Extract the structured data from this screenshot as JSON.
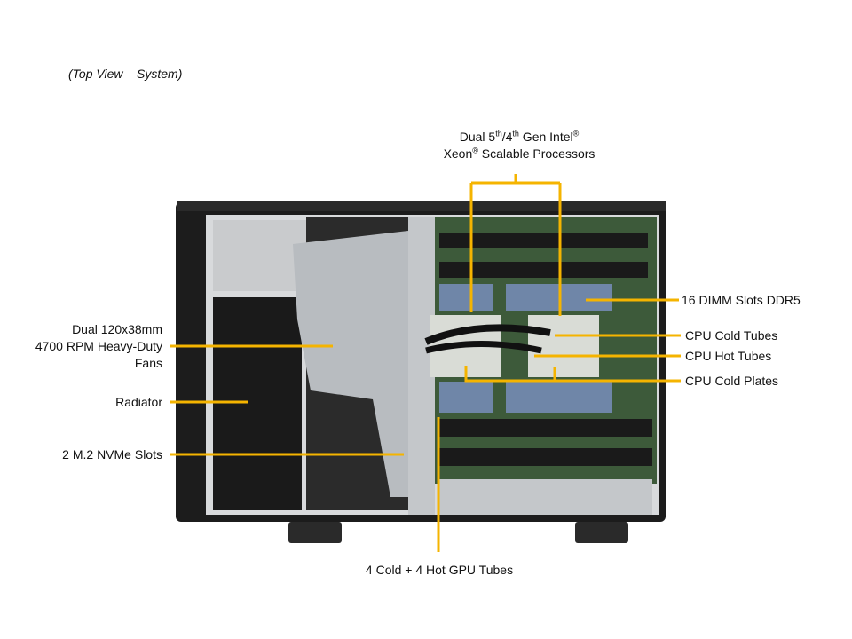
{
  "caption": "(Top View – System)",
  "callouts": {
    "processors": {
      "pre": "Dual 5",
      "sup1": "th",
      "mid": "/4",
      "sup2": "th",
      "post": " Gen Intel",
      "reg": "®",
      "line2a": "Xeon",
      "reg2": "®",
      "line2b": " Scalable Processors"
    },
    "dimm": "16 DIMM Slots DDR5",
    "cold_tubes": "CPU Cold Tubes",
    "hot_tubes": "CPU Hot Tubes",
    "cold_plates": "CPU Cold Plates",
    "fans": [
      "Dual 120x38mm",
      "4700 RPM Heavy-Duty",
      "Fans"
    ],
    "radiator": "Radiator",
    "nvme": "2 M.2 NVMe Slots",
    "gpu_tubes": "4 Cold + 4 Hot GPU Tubes"
  },
  "colors": {
    "leader": "#f5b400",
    "chassis": "#1c1c1c",
    "frame": "#b8bcc0",
    "board": "#3d5a3a"
  }
}
